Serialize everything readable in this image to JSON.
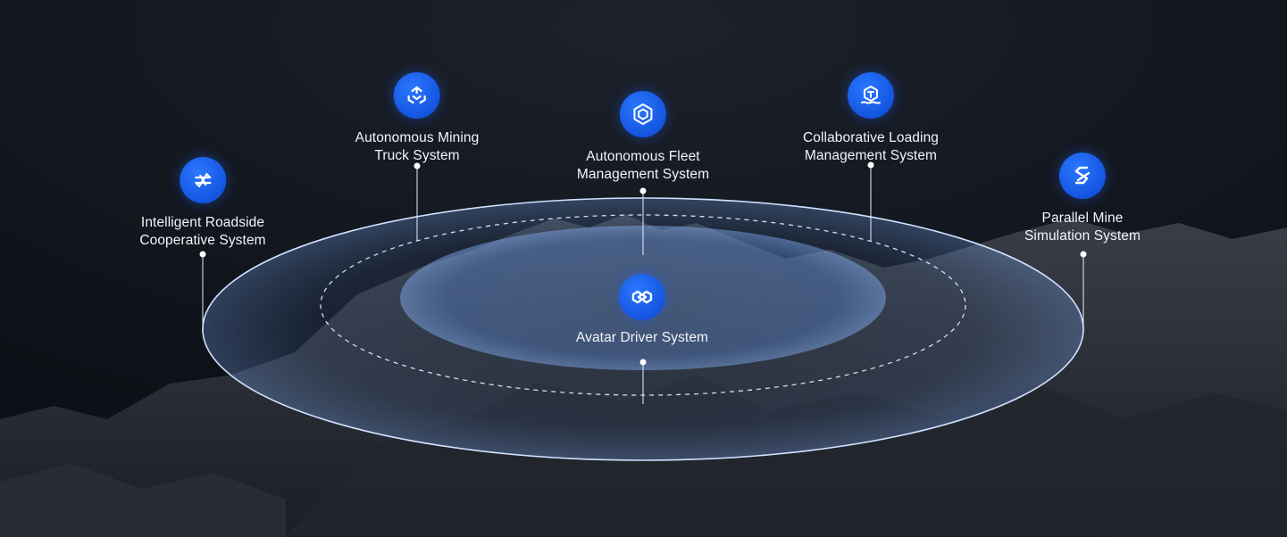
{
  "systems": [
    {
      "id": "roadside",
      "icon": "roadside-cooperative-icon",
      "label_lines": [
        "Intelligent Roadside",
        "Cooperative System"
      ]
    },
    {
      "id": "mining-truck",
      "icon": "mining-truck-icon",
      "label_lines": [
        "Autonomous Mining",
        "Truck System"
      ]
    },
    {
      "id": "fleet",
      "icon": "fleet-management-icon",
      "label_lines": [
        "Autonomous Fleet",
        "Management System"
      ]
    },
    {
      "id": "loading",
      "icon": "collaborative-loading-icon",
      "label_lines": [
        "Collaborative Loading",
        "Management System"
      ]
    },
    {
      "id": "simulation",
      "icon": "parallel-simulation-icon",
      "label_lines": [
        "Parallel Mine",
        "Simulation System"
      ]
    },
    {
      "id": "avatar",
      "icon": "avatar-driver-icon",
      "label_lines": [
        "Avatar Driver System"
      ]
    }
  ],
  "colors": {
    "icon_fill": "#1a5cf0",
    "ring_stroke": "#cfe2ff",
    "label_text": "#f2f5fa",
    "background": "#101319"
  }
}
